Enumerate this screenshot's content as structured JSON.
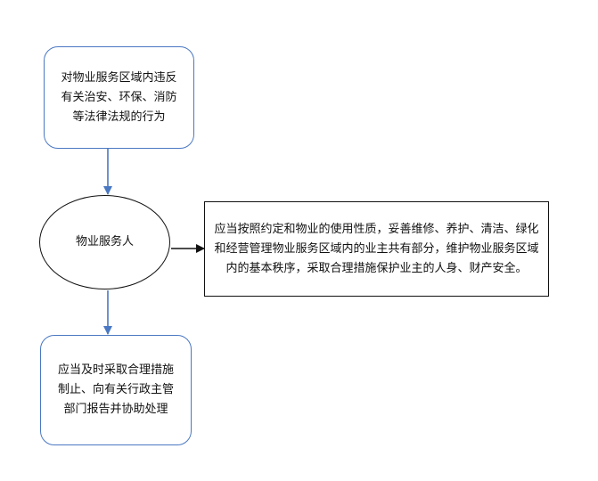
{
  "nodes": {
    "violation": {
      "text": "对物业服务区域内违反有关治安、环保、消防等法律法规的行为"
    },
    "provider": {
      "text": "物业服务人"
    },
    "duty": {
      "text": "应当按照约定和物业的使用性质，妥善维修、养护、清洁、绿化和经营管理物业服务区域内的业主共有部分，维护物业服务区域内的基本秩序，采取合理措施保护业主的人身、财产安全。"
    },
    "action": {
      "text": "应当及时采取合理措施制止、向有关行政主管部门报告并协助处理"
    }
  },
  "colors": {
    "accent": "#4a78c2",
    "line": "#111111"
  }
}
